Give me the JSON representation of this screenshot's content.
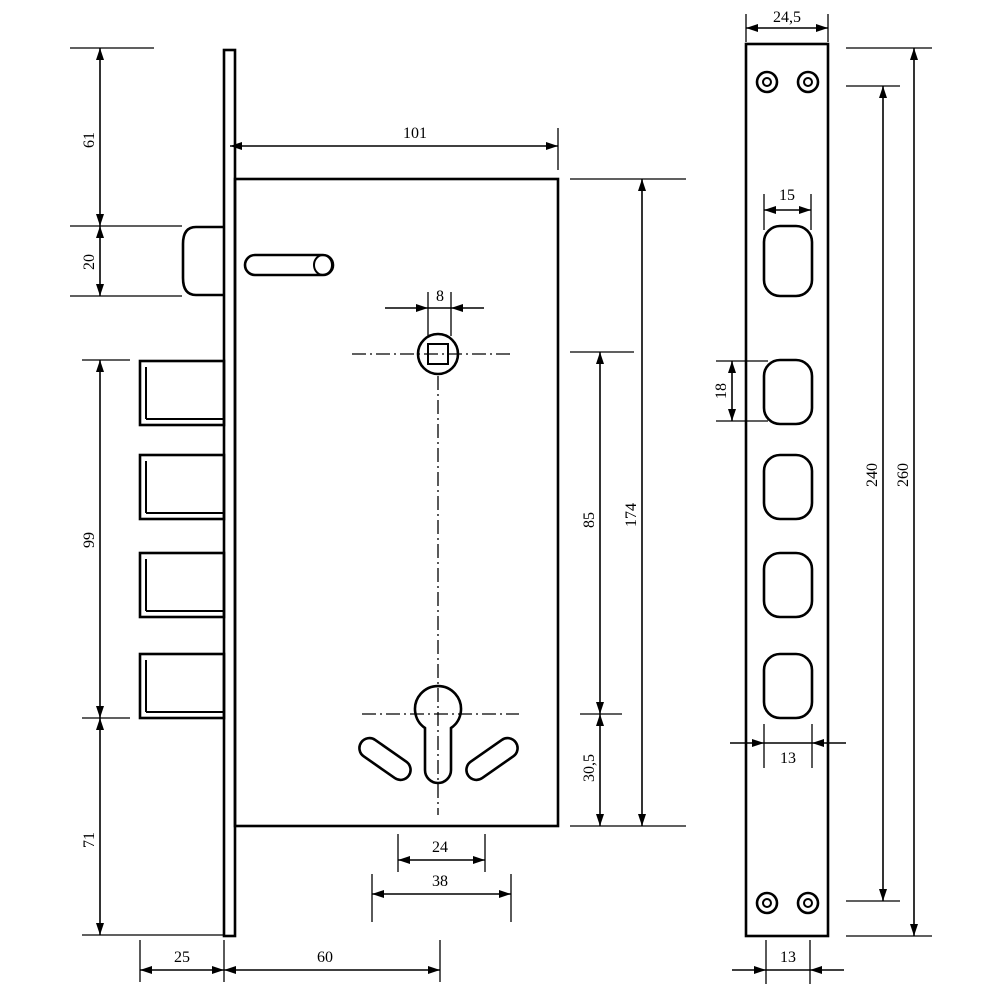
{
  "dimensions": {
    "top_bolt_offset": "61",
    "latch_height": "20",
    "bolt_span": "99",
    "bottom_offset": "71",
    "faceplate_to_backset_left": "25",
    "backset": "60",
    "case_width": "101",
    "spindle_size": "8",
    "case_height": "174",
    "spindle_to_cylinder": "85",
    "cylinder_to_bottom": "30,5",
    "cylinder_width": "24",
    "cylinder_slots_width": "38",
    "strike_width": "24,5",
    "strike_hole_width": "15",
    "strike_hole_height": "18",
    "strike_inner_length": "240",
    "strike_total_length": "260",
    "strike_hole_center_width": "13",
    "strike_screw_spacing": "13"
  }
}
